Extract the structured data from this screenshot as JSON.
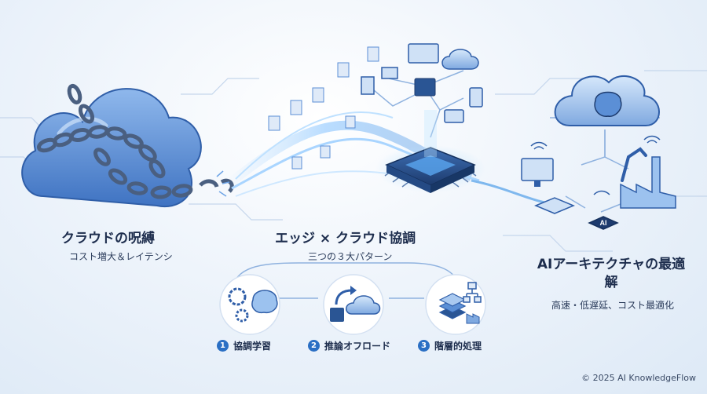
{
  "left": {
    "title": "クラウドの呪縛",
    "subtitle": "コスト増大＆レイテンシ"
  },
  "center": {
    "title": "エッジ × クラウド協調",
    "subtitle": "三つの３大パターン"
  },
  "right": {
    "title": "AIアーキテクチャの最適解",
    "subtitle": "高速・低遅延、コスト最適化"
  },
  "steps": [
    {
      "num": "1",
      "label": "協調学習"
    },
    {
      "num": "2",
      "label": "推論オフロード"
    },
    {
      "num": "3",
      "label": "階層的処理"
    }
  ],
  "chip_label": "AI",
  "copyright": "© 2025 AI KnowledgeFlow",
  "colors": {
    "accent": "#2a6fc4",
    "cloud": "#5b8fd6",
    "chain": "#4a5f80",
    "bg": "#eef4fb"
  }
}
